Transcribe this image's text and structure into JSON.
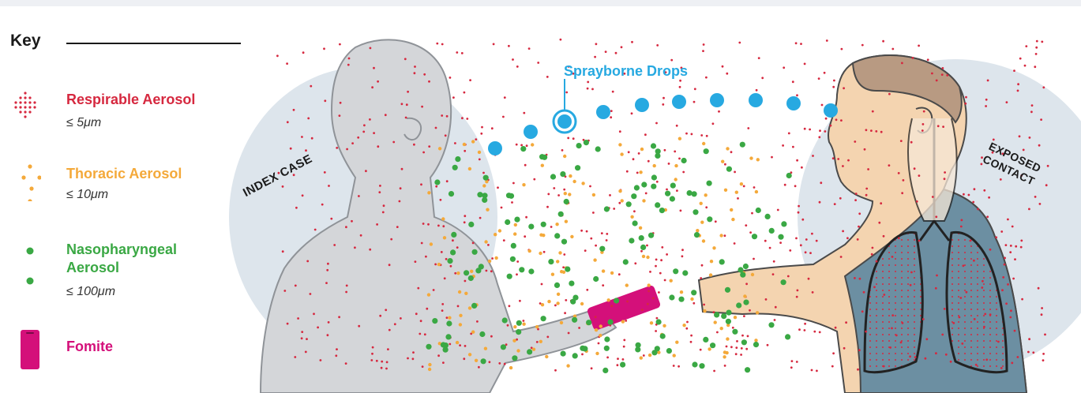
{
  "key": {
    "title": "Key",
    "items": [
      {
        "label": "Respirable Aerosol",
        "size": "≤ 5μm",
        "color": "#d6283f",
        "icon": "red-dot-cluster-icon"
      },
      {
        "label": "Thoracic Aerosol",
        "size": "≤ 10μm",
        "color": "#f4a93a",
        "icon": "orange-dot-cluster-icon"
      },
      {
        "label": "Nasopharyngeal Aerosol",
        "size": "≤ 100μm",
        "color": "#3aa844",
        "icon": "green-dot-pair-icon"
      },
      {
        "label": "Fomite",
        "size": "",
        "color": "#d4107a",
        "icon": "phone-icon"
      }
    ]
  },
  "scene": {
    "index_case_label": "INDEX CASE",
    "exposed_contact_label": "EXPOSED CONTACT",
    "sprayborne_label": "Sprayborne Drops",
    "sprayborne_color": "#27a9e1"
  }
}
